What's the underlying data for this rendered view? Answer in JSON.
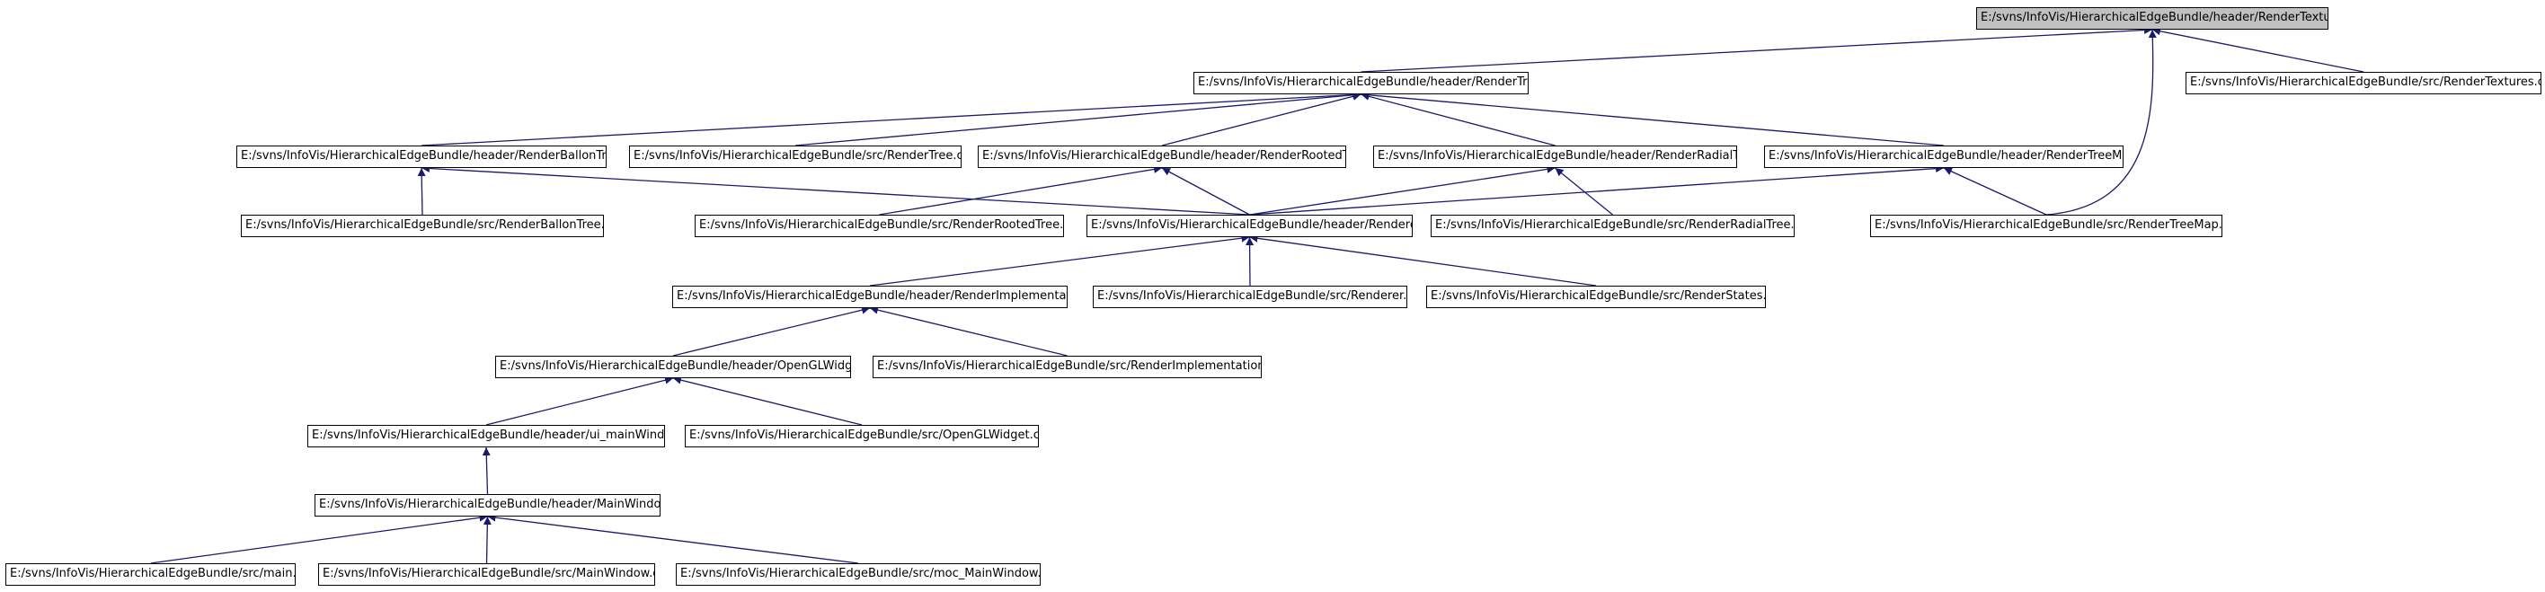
{
  "colors": {
    "edge": "#191970",
    "node_border": "#000000",
    "root_fill": "#c0c0c0",
    "node_fill": "#ffffff"
  },
  "nodes": [
    {
      "id": "rtex_h",
      "label": "E:/svns/InfoVis/HierarchicalEdgeBundle/header/RenderTextures.h",
      "root": true
    },
    {
      "id": "rtree_h",
      "label": "E:/svns/InfoVis/HierarchicalEdgeBundle/header/RenderTree.h"
    },
    {
      "id": "rtex_cpp",
      "label": "E:/svns/InfoVis/HierarchicalEdgeBundle/src/RenderTextures.cpp"
    },
    {
      "id": "rballon_h",
      "label": "E:/svns/InfoVis/HierarchicalEdgeBundle/header/RenderBallonTree.h"
    },
    {
      "id": "rtree_cpp",
      "label": "E:/svns/InfoVis/HierarchicalEdgeBundle/src/RenderTree.cpp"
    },
    {
      "id": "rrooted_h",
      "label": "E:/svns/InfoVis/HierarchicalEdgeBundle/header/RenderRootedTree.h"
    },
    {
      "id": "rradial_h",
      "label": "E:/svns/InfoVis/HierarchicalEdgeBundle/header/RenderRadialTree.h"
    },
    {
      "id": "rtreemap_h",
      "label": "E:/svns/InfoVis/HierarchicalEdgeBundle/header/RenderTreeMap.h"
    },
    {
      "id": "rballon_cpp",
      "label": "E:/svns/InfoVis/HierarchicalEdgeBundle/src/RenderBallonTree.cpp"
    },
    {
      "id": "rrooted_cpp",
      "label": "E:/svns/InfoVis/HierarchicalEdgeBundle/src/RenderRootedTree.cpp"
    },
    {
      "id": "renderer_h",
      "label": "E:/svns/InfoVis/HierarchicalEdgeBundle/header/Renderer.h"
    },
    {
      "id": "rradial_cpp",
      "label": "E:/svns/InfoVis/HierarchicalEdgeBundle/src/RenderRadialTree.cpp"
    },
    {
      "id": "rtreemap_cpp",
      "label": "E:/svns/InfoVis/HierarchicalEdgeBundle/src/RenderTreeMap.cpp"
    },
    {
      "id": "rimpl_h",
      "label": "E:/svns/InfoVis/HierarchicalEdgeBundle/header/RenderImplementation.h"
    },
    {
      "id": "renderer_cpp",
      "label": "E:/svns/InfoVis/HierarchicalEdgeBundle/src/Renderer.cpp"
    },
    {
      "id": "rstates_cpp",
      "label": "E:/svns/InfoVis/HierarchicalEdgeBundle/src/RenderStates.cpp"
    },
    {
      "id": "ogl_h",
      "label": "E:/svns/InfoVis/HierarchicalEdgeBundle/header/OpenGLWidget.h"
    },
    {
      "id": "rimpl_cpp",
      "label": "E:/svns/InfoVis/HierarchicalEdgeBundle/src/RenderImplementation.cpp"
    },
    {
      "id": "uimain_h",
      "label": "E:/svns/InfoVis/HierarchicalEdgeBundle/header/ui_mainWindow.h"
    },
    {
      "id": "ogl_cpp",
      "label": "E:/svns/InfoVis/HierarchicalEdgeBundle/src/OpenGLWidget.cpp"
    },
    {
      "id": "mainwin_h",
      "label": "E:/svns/InfoVis/HierarchicalEdgeBundle/header/MainWindow.h"
    },
    {
      "id": "main_cpp",
      "label": "E:/svns/InfoVis/HierarchicalEdgeBundle/src/main.cpp"
    },
    {
      "id": "mainwin_cpp",
      "label": "E:/svns/InfoVis/HierarchicalEdgeBundle/src/MainWindow.cpp"
    },
    {
      "id": "moc_cpp",
      "label": "E:/svns/InfoVis/HierarchicalEdgeBundle/src/moc_MainWindow.cpp"
    }
  ],
  "edges": [
    {
      "from": "rtree_h",
      "to": "rtex_h"
    },
    {
      "from": "rtex_cpp",
      "to": "rtex_h"
    },
    {
      "from": "rtreemap_cpp",
      "to": "rtex_h"
    },
    {
      "from": "rballon_h",
      "to": "rtree_h"
    },
    {
      "from": "rtree_cpp",
      "to": "rtree_h"
    },
    {
      "from": "rrooted_h",
      "to": "rtree_h"
    },
    {
      "from": "rradial_h",
      "to": "rtree_h"
    },
    {
      "from": "rtreemap_h",
      "to": "rtree_h"
    },
    {
      "from": "rballon_cpp",
      "to": "rballon_h"
    },
    {
      "from": "renderer_h",
      "to": "rballon_h"
    },
    {
      "from": "rrooted_cpp",
      "to": "rrooted_h"
    },
    {
      "from": "renderer_h",
      "to": "rrooted_h"
    },
    {
      "from": "rradial_cpp",
      "to": "rradial_h"
    },
    {
      "from": "renderer_h",
      "to": "rradial_h"
    },
    {
      "from": "rtreemap_cpp",
      "to": "rtreemap_h"
    },
    {
      "from": "renderer_h",
      "to": "rtreemap_h"
    },
    {
      "from": "rimpl_h",
      "to": "renderer_h"
    },
    {
      "from": "renderer_cpp",
      "to": "renderer_h"
    },
    {
      "from": "rstates_cpp",
      "to": "renderer_h"
    },
    {
      "from": "ogl_h",
      "to": "rimpl_h"
    },
    {
      "from": "rimpl_cpp",
      "to": "rimpl_h"
    },
    {
      "from": "uimain_h",
      "to": "ogl_h"
    },
    {
      "from": "ogl_cpp",
      "to": "ogl_h"
    },
    {
      "from": "mainwin_h",
      "to": "uimain_h"
    },
    {
      "from": "main_cpp",
      "to": "mainwin_h"
    },
    {
      "from": "mainwin_cpp",
      "to": "mainwin_h"
    },
    {
      "from": "moc_cpp",
      "to": "mainwin_h"
    }
  ]
}
